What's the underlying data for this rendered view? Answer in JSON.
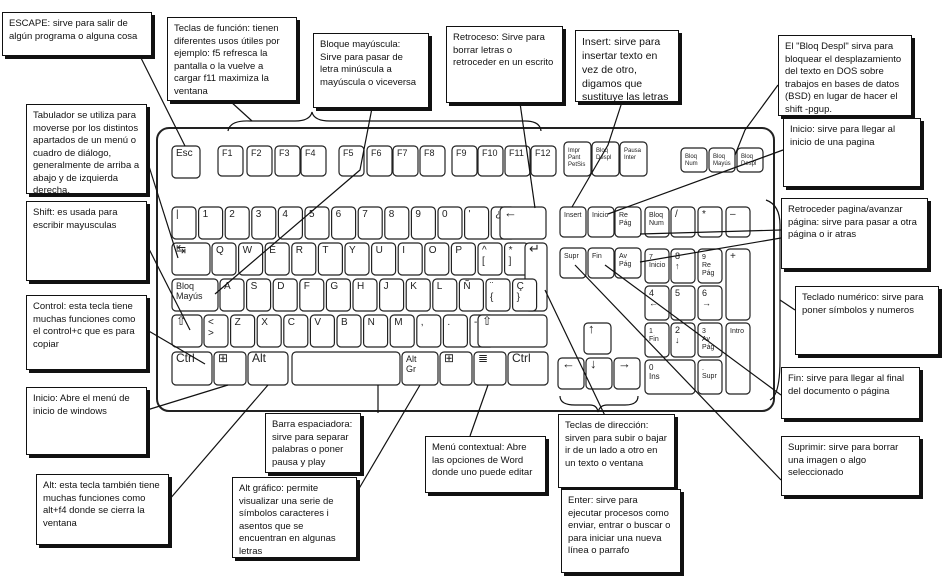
{
  "callouts": {
    "escape": "ESCAPE: sirve para salir de algún programa o alguna cosa",
    "function_keys": "Teclas de función: tienen diferentes usos útiles por ejemplo: f5 refresca la pantalla o la vuelve a cargar f11 maximiza la ventana",
    "caps_lock": "Bloque mayúscula: Sirve para pasar de letra minúscula a mayúscula o viceversa",
    "backspace": "Retroceso: Sirve para borrar letras o retroceder en un escrito",
    "insert": "Insert: sirve para insertar texto en vez de otro, digamos que sustituye las letras",
    "scroll_lock": "El \"Bloq Despl\" sirva para bloquear el desplazamiento del texto en DOS sobre trabajos en bases de datos (BSD) en lugar de hacer el shift -pgup.",
    "tab": "Tabulador se utiliza para moverse por los distintos apartados de un menú o cuadro de diálogo, generalmente de arriba a abajo y de izquierda derecha.",
    "home": "Inicio: sirve para llegar al inicio de una pagina",
    "shift": "Shift: es usada para escribir mayusculas",
    "page_up_down": "Retroceder pagina/avanzar página: sirve para pasar a otra página o ir atras",
    "numpad": "Teclado numérico: sirve para poner símbolos y numeros",
    "control": "Control: esta tecla tiene muchas funciones como el control+c que es para copiar",
    "end": "Fin: sirve para llegar al final del documento o página",
    "windows": "Inicio: Abre el menú de inicio de windows",
    "spacebar": "Barra espaciadora: sirve para separar palabras o poner pausa y play",
    "context_menu": "Menú contextual: Abre las opciones de Word donde uno puede editar",
    "arrow_keys": "Teclas de dirección: sirven para subir o bajar ir de un lado a otro en un texto o ventana",
    "delete": "Suprimir: sirve para borrar una imagen o algo seleccionado",
    "alt": "Alt: esta tecla también tiene muchas funciones como alt+f4 donde se cierra la ventana",
    "alt_gr": "Alt gráfico: permite visualizar una serie de símbolos caracteres i asentos que se encuentran en algunas letras",
    "enter": "Enter: sirve para ejecutar procesos como enviar, entrar o buscar o para iniciar una nueva línea o parrafo"
  },
  "keyboard": {
    "esc": "Esc",
    "function_keys": [
      "F1",
      "F2",
      "F3",
      "F4",
      "F5",
      "F6",
      "F7",
      "F8",
      "F9",
      "F10",
      "F11",
      "F12"
    ],
    "system_keys": [
      "Impr Pant PetSis",
      "Bloq Despl",
      "Pausa Inter"
    ],
    "indicators": [
      "Bloq Num",
      "Bloq Mayús",
      "Bloq Despl"
    ],
    "number_row": [
      "|",
      "1",
      "2",
      "3",
      "4",
      "5",
      "6",
      "7",
      "8",
      "9",
      "0",
      "'",
      "¿"
    ],
    "backspace": "←",
    "tab": "↹",
    "row_q": [
      "Q",
      "W",
      "E",
      "R",
      "T",
      "Y",
      "U",
      "I",
      "O",
      "P",
      "^ [",
      "* ]"
    ],
    "enter": "↵",
    "caps": "Bloq Mayús",
    "row_a": [
      "A",
      "S",
      "D",
      "F",
      "G",
      "H",
      "J",
      "K",
      "L",
      "Ñ",
      "¨ {",
      "Ç }"
    ],
    "shift_left": "⇧",
    "row_z": [
      "< >",
      "Z",
      "X",
      "C",
      "V",
      "B",
      "N",
      "M",
      ",",
      ".",
      "-"
    ],
    "shift_right": "⇧",
    "ctrl_left": "Ctrl",
    "win_left": "⊞",
    "alt": "Alt",
    "alt_gr": "Alt Gr",
    "win_right": "⊞",
    "menu": "≣",
    "ctrl_right": "Ctrl",
    "nav": [
      "Insert",
      "Inicio",
      "Re Pág",
      "Supr",
      "Fin",
      "Av Pág"
    ],
    "arrows": [
      "↑",
      "←",
      "↓",
      "→"
    ],
    "numpad": [
      "Bloq Num",
      "/",
      "*",
      "–",
      "7 Inicio",
      "8 ↑",
      "9 Re Pág",
      "+",
      "4 ←",
      "5",
      "6 →",
      "1 Fin",
      "2 ↓",
      "3 Av Pág",
      "Intro",
      "0 Ins",
      ". Supr"
    ]
  }
}
